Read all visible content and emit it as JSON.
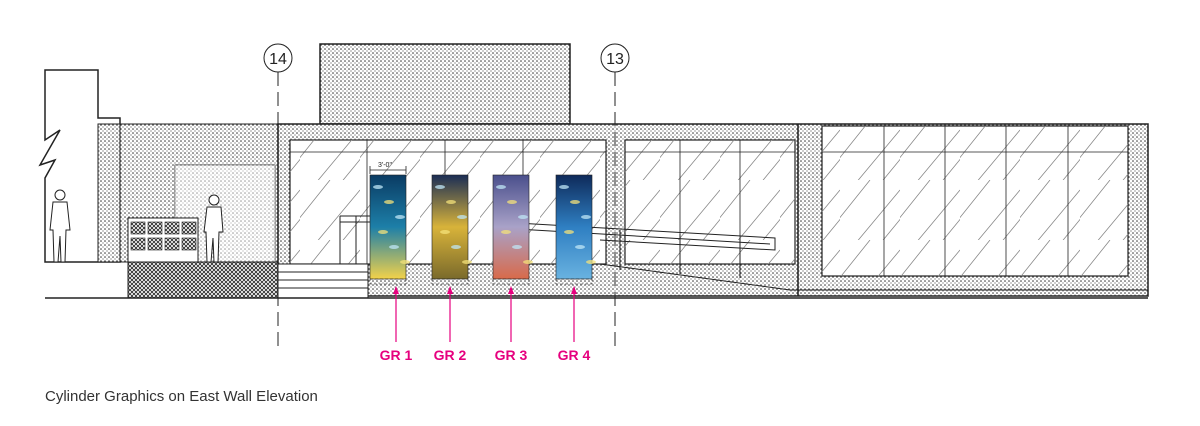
{
  "gridlines": [
    {
      "id": "grid-14",
      "label": "14"
    },
    {
      "id": "grid-13",
      "label": "13"
    }
  ],
  "dimension": {
    "label": "3'-0\""
  },
  "cylinders": [
    {
      "label": "GR 1",
      "palette": [
        "#0a3b63",
        "#1d7fa8",
        "#f2d24a"
      ]
    },
    {
      "label": "GR 2",
      "palette": [
        "#1a2d55",
        "#d8b33a",
        "#7a6a2b"
      ]
    },
    {
      "label": "GR 3",
      "palette": [
        "#4a4f8c",
        "#a9a2c8",
        "#d86a4a"
      ]
    },
    {
      "label": "GR 4",
      "palette": [
        "#0e2a5a",
        "#2f7fc2",
        "#69b2e0"
      ]
    }
  ],
  "caption": "Cylinder Graphics on East Wall Elevation",
  "colors": {
    "accent": "#e6007e",
    "line": "#222222"
  }
}
